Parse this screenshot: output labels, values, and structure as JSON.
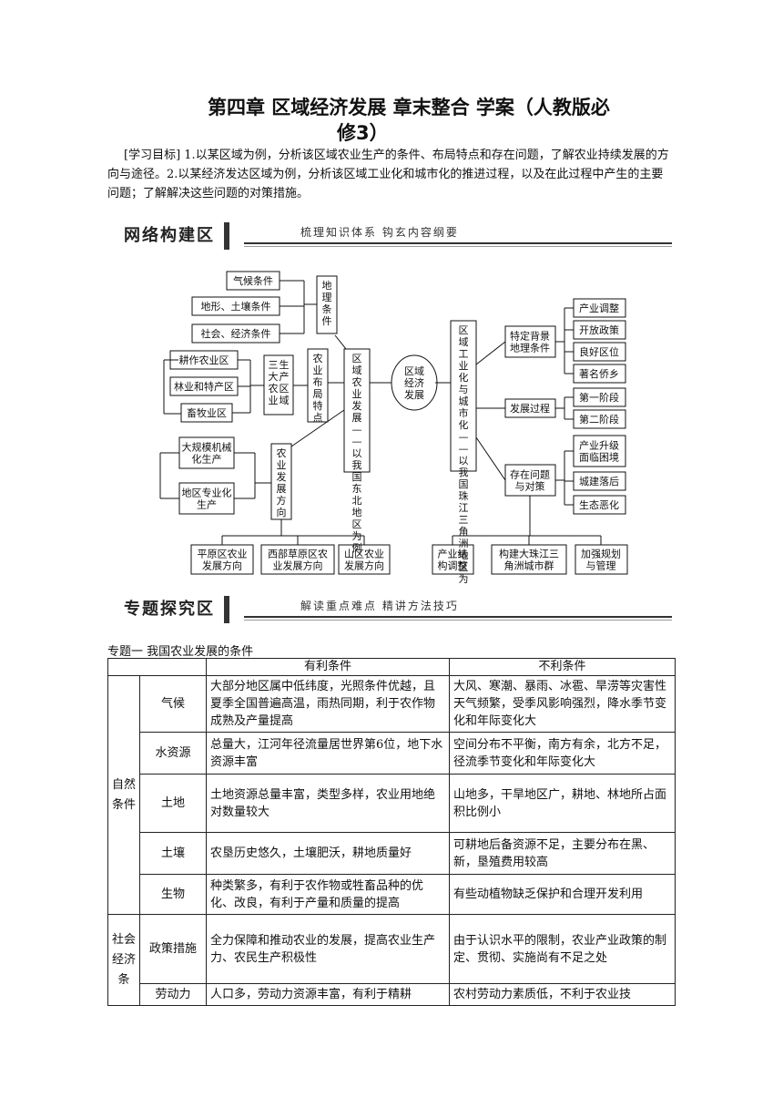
{
  "title_line1": "第四章  区域经济发展  章末整合  学案（人教版必",
  "title_line2": "修3）",
  "goal": {
    "tag": "[学习目标]",
    "text": "  1.以某区域为例，分析该区域农业生产的条件、布局特点和存在问题，了解农业持续发展的方向与途径。2.以某经济发达区域为例，分析该区域工业化和城市化的推进过程，以及在此过程中产生的主要问题；了解解决这些问题的对策措施。"
  },
  "banner1": {
    "label": "网络构建区",
    "sub": "梳理知识体系    钩玄内容纲要"
  },
  "banner2": {
    "label": "专题探究区",
    "sub": "解读重点难点    精讲方法技巧"
  },
  "diagram": {
    "center": "区域经济发展",
    "left_main": "区域农业发展——以我国东北地区为例",
    "geo": "地理条件",
    "geo_items": [
      "气候条件",
      "地形、土壤条件",
      "社会、经济条件"
    ],
    "layout": "农业布局特点",
    "three": "三大农业生产区域",
    "areas": [
      "耕作农业区",
      "林业和特产区",
      "畜牧业区"
    ],
    "direction": "农业发展方向",
    "dir_items": [
      "大规模机械化生产",
      "地区专业化生产"
    ],
    "bottom_left": [
      "平原区农业发展方向",
      "西部草原区农业发展方向",
      "山区农业发展方向"
    ],
    "right_main": "区域工业化与城市化——以我国珠江三角洲地区为例",
    "bg": "特定背景地理条件",
    "bg_items": [
      "产业调整",
      "开放政策",
      "良好区位",
      "著名侨乡"
    ],
    "process": "发展过程",
    "process_items": [
      "第一阶段",
      "第二阶段"
    ],
    "problems": "存在问题与对策",
    "problem_items": [
      "产业升级面临困境",
      "城建落后",
      "生态恶化"
    ],
    "bottom_right": [
      "产业结构调整",
      "构建大珠江三角洲城市群",
      "加强规划与管理"
    ]
  },
  "topic": "专题一    我国农业发展的条件",
  "table": {
    "head": [
      "有利条件",
      "不利条件"
    ],
    "group1": "自然条件",
    "group2": "社会经济条",
    "rows": [
      {
        "name": "气候",
        "good": "大部分地区属中低纬度，光照条件优越，且夏季全国普遍高温，雨热同期，利于农作物成熟及产量提高",
        "bad": "大风、寒潮、暴雨、冰雹、旱涝等灾害性天气频繁，受季风影响强烈，降水季节变化和年际变化大"
      },
      {
        "name": "水资源",
        "good": "总量大，江河年径流量居世界第6位，地下水资源丰富",
        "bad": "空间分布不平衡，南方有余，北方不足，径流季节变化和年际变化大"
      },
      {
        "name": "土地",
        "good": "土地资源总量丰富，类型多样，农业用地绝对数量较大",
        "bad": "山地多，干旱地区广，耕地、林地所占面积比例小"
      },
      {
        "name": "土壤",
        "good": "农垦历史悠久，土壤肥沃，耕地质量好",
        "bad": "可耕地后备资源不足，主要分布在黑、新，垦殖费用较高"
      },
      {
        "name": "生物",
        "good": "种类繁多，有利于农作物或牲畜品种的优化、改良，有利于产量和质量的提高",
        "bad": "有些动植物缺乏保护和合理开发利用"
      },
      {
        "name": "政策措施",
        "good": "全力保障和推动农业的发展，提高农业生产力、农民生产积极性",
        "bad": "由于认识水平的限制，农业产业政策的制定、贯彻、实施尚有不足之处"
      },
      {
        "name": "劳动力",
        "good": "人口多，劳动力资源丰富，有利于精耕",
        "bad": "农村劳动力素质低，不利于农业技"
      }
    ]
  }
}
